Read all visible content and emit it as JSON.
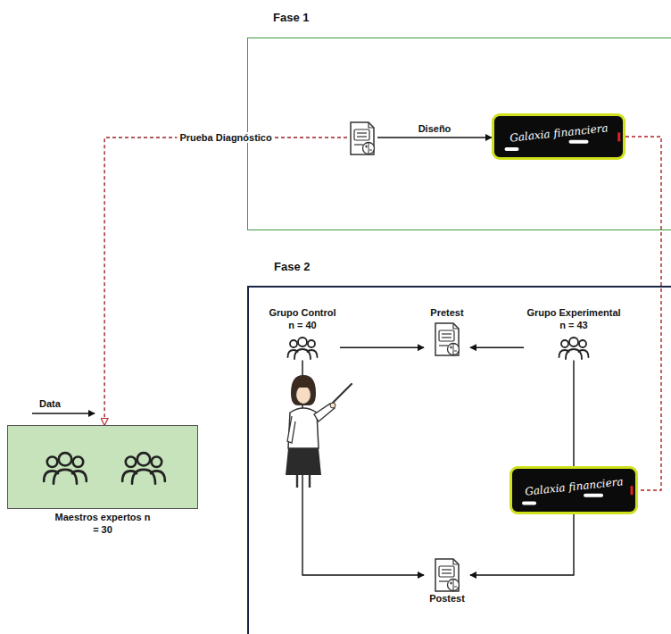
{
  "diagram": {
    "nodes": [
      {
        "text": [
          "Fase 1"
        ]
      },
      {
        "text": [],
        "in": 0
      },
      {
        "text": [
          "Galaxia financiera"
        ],
        "in": 0
      },
      {
        "text": [
          "Fase 2"
        ]
      },
      {
        "text": [
          "Grupo Control n = 40"
        ],
        "in": 3
      },
      {
        "text": [
          "Pretest"
        ],
        "in": 3
      },
      {
        "text": [
          "Grupo Experimental n = 43"
        ],
        "in": 3
      },
      {
        "text": [
          "Galaxia financiera"
        ],
        "in": 3
      },
      {
        "text": [
          "Postest"
        ],
        "in": 3
      },
      {
        "text": [
          "Maestros expertos n = 30"
        ]
      }
    ],
    "edges": [
      {
        "from": 1,
        "to": 2,
        "label": "Diseño",
        "arrow": "to"
      },
      {
        "from": 1,
        "to": 9,
        "label": "Prueba Diagnóstico",
        "arrow": "to"
      },
      {
        "from": 2,
        "to": 7,
        "arrow": "none"
      },
      {
        "from": 4,
        "to": 5,
        "arrow": "to"
      },
      {
        "from": 6,
        "to": 5,
        "arrow": "to"
      },
      {
        "from": 4,
        "to": 8,
        "arrow": "to"
      },
      {
        "from": 6,
        "to": 7,
        "arrow": "none"
      },
      {
        "from": 7,
        "to": 8,
        "arrow": "to"
      }
    ],
    "labels": [
      "Data"
    ]
  }
}
